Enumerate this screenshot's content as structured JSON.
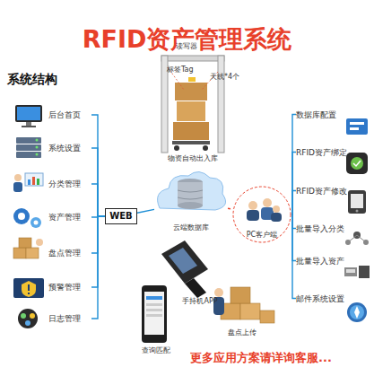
{
  "diagram": {
    "title": "RFID资产管理系统",
    "nodes": [
      {
        "text": [
          "后台首页"
        ]
      },
      {
        "text": [
          "系统设置"
        ]
      },
      {
        "text": [
          "分类管理"
        ]
      },
      {
        "text": [
          "资产管理"
        ]
      },
      {
        "text": [
          "盘点管理"
        ]
      },
      {
        "text": [
          "预警管理"
        ]
      },
      {
        "text": [
          "日志管理"
        ]
      },
      {
        "text": [
          "WEB"
        ]
      },
      {
        "text": [
          "物资自动出入库"
        ]
      },
      {
        "text": [
          "云端数据库"
        ]
      },
      {
        "text": [
          "PC客户端"
        ]
      },
      {
        "text": [
          "数据库配置"
        ]
      },
      {
        "text": [
          "RFID资产绑定"
        ]
      },
      {
        "text": [
          "RFID资产修改"
        ]
      },
      {
        "text": [
          "批量导入分类"
        ]
      },
      {
        "text": [
          "批量导入资产"
        ]
      },
      {
        "text": [
          "邮件系统设置"
        ]
      },
      {
        "text": [
          "手持机APP"
        ]
      },
      {
        "text": [
          "查询匹配"
        ]
      },
      {
        "text": [
          "盘点上传"
        ]
      }
    ],
    "edges": [
      {
        "from": 0,
        "to": 7,
        "arrow": "none"
      },
      {
        "from": 1,
        "to": 7,
        "arrow": "none"
      },
      {
        "from": 2,
        "to": 7,
        "arrow": "none"
      },
      {
        "from": 3,
        "to": 7,
        "arrow": "none"
      },
      {
        "from": 4,
        "to": 7,
        "arrow": "none"
      },
      {
        "from": 5,
        "to": 7,
        "arrow": "none"
      },
      {
        "from": 6,
        "to": 7,
        "arrow": "none"
      },
      {
        "from": 7,
        "to": 9,
        "arrow": "none"
      },
      {
        "from": 9,
        "to": 10,
        "arrow": "none"
      },
      {
        "from": 10,
        "to": 11,
        "arrow": "none"
      },
      {
        "from": 10,
        "to": 12,
        "arrow": "none"
      },
      {
        "from": 10,
        "to": 13,
        "arrow": "none"
      },
      {
        "from": 10,
        "to": 14,
        "arrow": "none"
      },
      {
        "from": 10,
        "to": 15,
        "arrow": "none"
      },
      {
        "from": 10,
        "to": 16,
        "arrow": "none"
      }
    ],
    "labels": [
      "系统结构",
      "读写器",
      "标签Tag",
      "天线*4个",
      "更多应用方案请详询客服..."
    ]
  }
}
